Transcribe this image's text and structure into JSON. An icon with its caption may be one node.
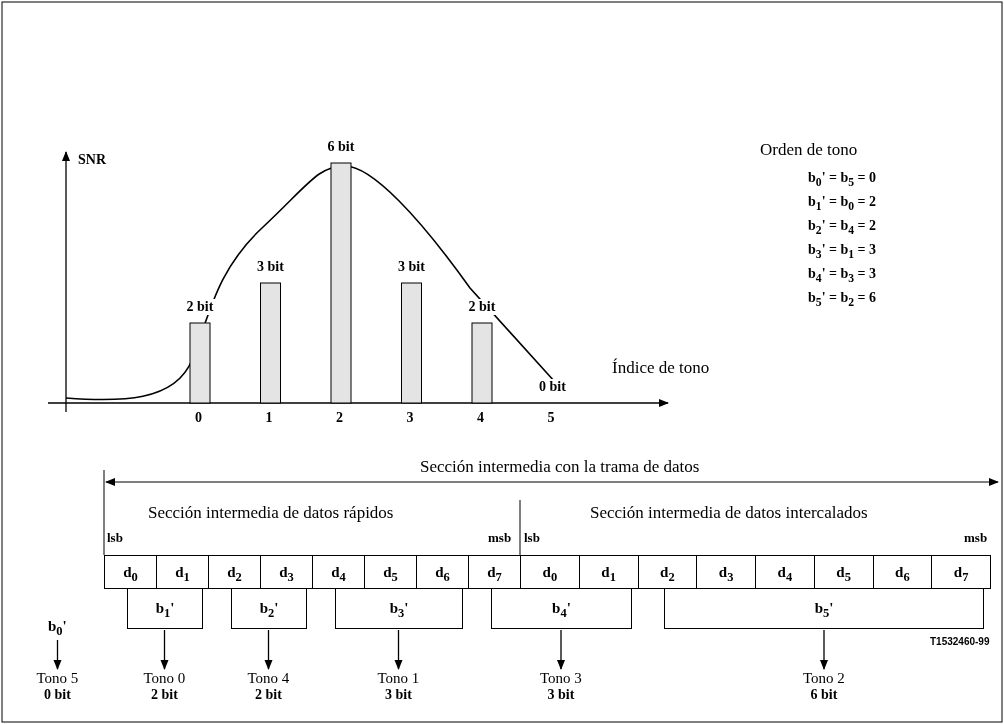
{
  "diagram": {
    "nodes": [
      {
        "text": [
          "d$_{0}$"
        ]
      },
      {
        "text": [
          "d$_{1}$"
        ]
      },
      {
        "text": [
          "d$_{2}$"
        ]
      },
      {
        "text": [
          "d$_{3}$"
        ]
      },
      {
        "text": [
          "d$_{4}$"
        ]
      },
      {
        "text": [
          "d$_{5}$"
        ]
      },
      {
        "text": [
          "d$_{6}$"
        ]
      },
      {
        "text": [
          "d$_{7}$"
        ]
      },
      {
        "text": [
          "d$_{0}$"
        ]
      },
      {
        "text": [
          "d$_{1}$"
        ]
      },
      {
        "text": [
          "d$_{2}$"
        ]
      },
      {
        "text": [
          "d$_{3}$"
        ]
      },
      {
        "text": [
          "d$_{4}$"
        ]
      },
      {
        "text": [
          "d$_{5}$"
        ]
      },
      {
        "text": [
          "d$_{6}$"
        ]
      },
      {
        "text": [
          "d$_{7}$"
        ]
      },
      {
        "text": [
          "b$_{0}$'"
        ]
      },
      {
        "text": [
          "b$_{1}$'"
        ]
      },
      {
        "text": [
          "b$_{2}$'"
        ]
      },
      {
        "text": [
          "b$_{3}$'"
        ]
      },
      {
        "text": [
          "b$_{4}$'"
        ]
      },
      {
        "text": [
          "b$_{5}$'"
        ]
      },
      {
        "text": [
          "Tono 5",
          "0 bit"
        ]
      },
      {
        "text": [
          "Tono 0",
          "2 bit"
        ]
      },
      {
        "text": [
          "Tono 4",
          "2 bit"
        ]
      },
      {
        "text": [
          "Tono 1",
          "3 bit"
        ]
      },
      {
        "text": [
          "Tono 3",
          "3 bit"
        ]
      },
      {
        "text": [
          "Tono 2",
          "6 bit"
        ]
      }
    ],
    "edges": [
      {
        "from": 16,
        "to": 22,
        "arrow": "to"
      },
      {
        "from": 17,
        "to": 23,
        "arrow": "to"
      },
      {
        "from": 18,
        "to": 24,
        "arrow": "to"
      },
      {
        "from": 19,
        "to": 25,
        "arrow": "to"
      },
      {
        "from": 20,
        "to": 26,
        "arrow": "to"
      },
      {
        "from": 21,
        "to": 27,
        "arrow": "to"
      }
    ],
    "labels": [
      "Orden de tono",
      "b$_{0}$' = b$_{5}$ = 0",
      "b$_{1}$' = b$_{0}$ = 2",
      "b$_{2}$' = b$_{4}$ = 2",
      "b$_{3}$' = b$_{1}$ = 3",
      "b$_{4}$' = b$_{3}$ = 3",
      "b$_{5}$' = b$_{2}$ = 6",
      "Sección intermedia con la trama de datos",
      "Sección intermedia de datos rápidos",
      "Sección intermedia de datos intercalados",
      "lsb",
      "msb",
      "lsb",
      "msb",
      "T1532460-99"
    ],
    "chart_data": {
      "type": "bar",
      "xlabel": "Índice de tono",
      "ylabel": "SNR",
      "categories": [
        "0",
        "1",
        "2",
        "3",
        "4",
        "5"
      ],
      "values": [
        2,
        3,
        6,
        3,
        2,
        0
      ],
      "value_labels": [
        "2 bit",
        "3 bit",
        "6 bit",
        "3 bit",
        "2 bit",
        "0 bit"
      ]
    }
  }
}
